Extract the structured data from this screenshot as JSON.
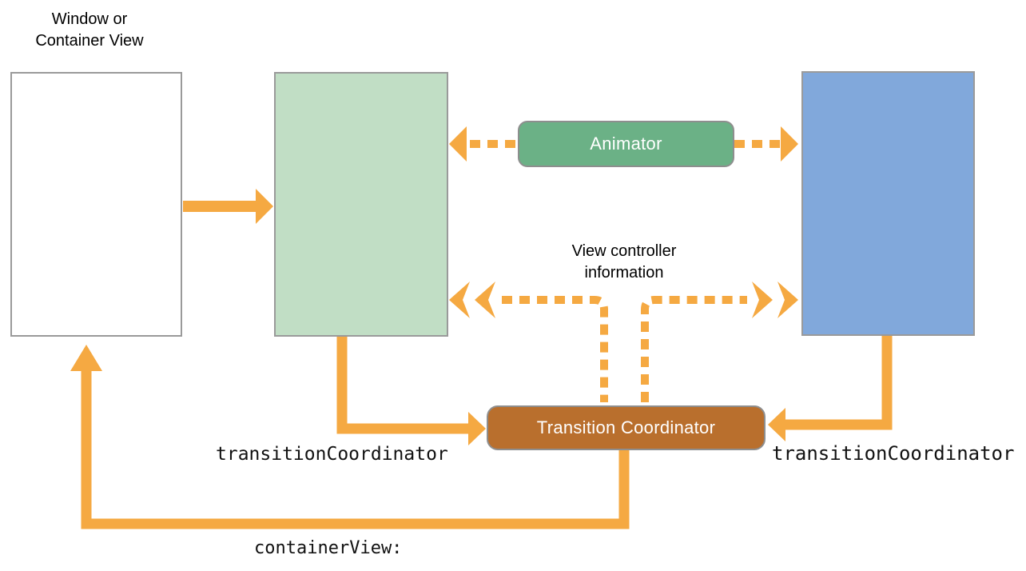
{
  "labels": {
    "window": {
      "line1": "Window or",
      "line2": "Container View"
    },
    "info": {
      "line1": "View controller",
      "line2": "information"
    },
    "animator": "Animator",
    "transition_coordinator": "Transition Coordinator",
    "from_view_property": "transitionCoordinator",
    "to_view_property": "transitionCoordinator",
    "container_view_property": "containerView:"
  },
  "colors": {
    "arrow_orange": "#F5A942",
    "from_view_fill": "#C1DEC5",
    "to_view_fill": "#81A8DB",
    "animator_fill": "#6BB186",
    "transition_coordinator_fill": "#B96F2D",
    "box_border": "#9A9A9A",
    "caption_text": "#000000",
    "pill_text": "#FFFFFF"
  },
  "diagram": {
    "nodes": [
      {
        "id": "window-container-view",
        "label": "Window or Container View",
        "kind": "view"
      },
      {
        "id": "from-view",
        "label": "",
        "kind": "view"
      },
      {
        "id": "to-view",
        "label": "",
        "kind": "view"
      },
      {
        "id": "animator",
        "label": "Animator",
        "kind": "object"
      },
      {
        "id": "transition-coordinator",
        "label": "Transition Coordinator",
        "kind": "object"
      }
    ],
    "edges": [
      {
        "from": "window-container-view",
        "to": "from-view",
        "style": "solid",
        "bidirectional": false,
        "label": ""
      },
      {
        "from": "from-view",
        "to": "to-view",
        "via": "animator",
        "style": "dashed",
        "bidirectional": true,
        "label": ""
      },
      {
        "from": "transition-coordinator",
        "to": "from-view",
        "style": "dashed",
        "bidirectional": false,
        "label": "View controller information"
      },
      {
        "from": "transition-coordinator",
        "to": "to-view",
        "style": "dashed",
        "bidirectional": false,
        "label": "View controller information"
      },
      {
        "from": "from-view",
        "to": "transition-coordinator",
        "style": "solid",
        "bidirectional": false,
        "label": "transitionCoordinator"
      },
      {
        "from": "to-view",
        "to": "transition-coordinator",
        "style": "solid",
        "bidirectional": false,
        "label": "transitionCoordinator"
      },
      {
        "from": "transition-coordinator",
        "to": "window-container-view",
        "style": "solid",
        "bidirectional": false,
        "label": "containerView:"
      }
    ]
  }
}
